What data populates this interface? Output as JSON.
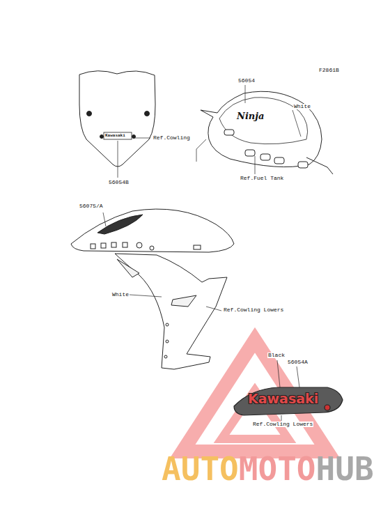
{
  "diagram": {
    "labels": [
      "F2861B",
      "56054",
      "White",
      "Ref.Fuel Tank",
      "Kawasaki",
      "Ninja",
      "Ref.Cowling",
      "56054B",
      "56075/A",
      "White",
      "Ref.Cowling Lowers",
      "Black",
      "Kawasaki",
      "56054A",
      "Ref.Cowling Lowers",
      "AUTOMOTOHUB"
    ]
  }
}
